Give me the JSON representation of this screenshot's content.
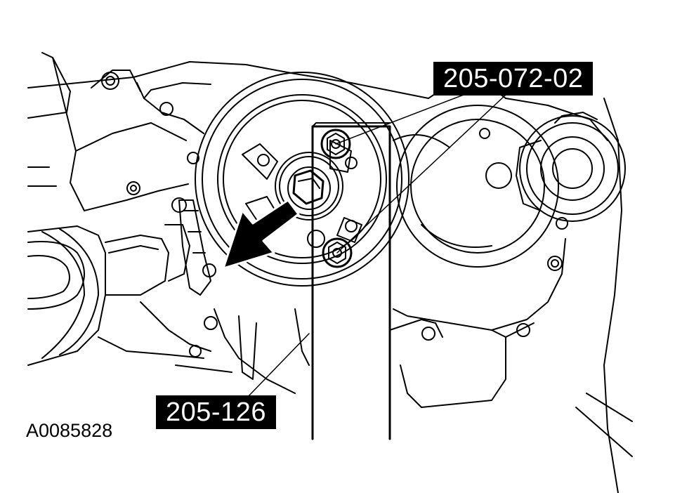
{
  "callouts": {
    "tool_top": "205-072-02",
    "tool_bottom": "205-126"
  },
  "figure": {
    "id": "A0085828"
  },
  "colors": {
    "ink": "#000000",
    "paper": "#ffffff"
  }
}
